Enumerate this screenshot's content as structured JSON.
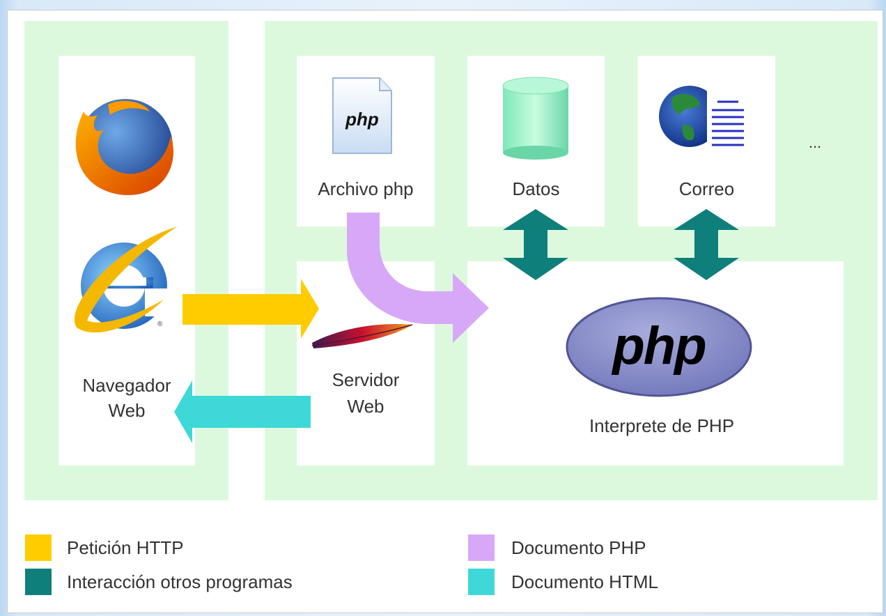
{
  "nodes": {
    "browser": {
      "label_line1": "Navegador",
      "label_line2": "Web"
    },
    "php_file": {
      "label": "Archivo php",
      "icon_text": "php"
    },
    "data": {
      "label": "Datos"
    },
    "mail": {
      "label": "Correo"
    },
    "more": {
      "label": "..."
    },
    "web_server": {
      "label_line1": "Servidor",
      "label_line2": "Web"
    },
    "interpreter": {
      "label": "Interprete de PHP",
      "logo_text": "php"
    }
  },
  "legend": [
    {
      "label": "Petición HTTP",
      "color": "#ffcc00"
    },
    {
      "label": "Interacción otros programas",
      "color": "#0e7f7b"
    },
    {
      "label": "Documento PHP",
      "color": "#d8a8f8"
    },
    {
      "label": "Documento HTML",
      "color": "#3ed8d8"
    }
  ]
}
